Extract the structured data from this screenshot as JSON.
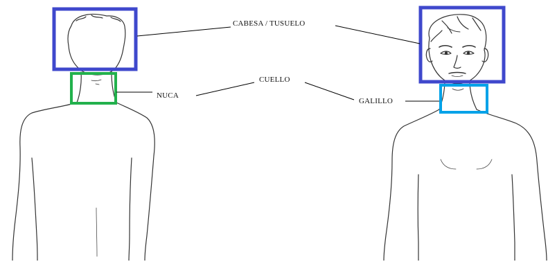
{
  "labels": {
    "head": "CABESA / TUSUELO",
    "neck": "CUELLO",
    "nape": "NUCA",
    "throat": "GALILLO"
  },
  "colors": {
    "head_box": "#3F48CC",
    "nape_box": "#22B14C",
    "throat_box": "#00A2E8",
    "outline": "#333333",
    "leader_line": "#000000"
  },
  "figures": [
    "back-view-figure",
    "front-view-figure"
  ]
}
